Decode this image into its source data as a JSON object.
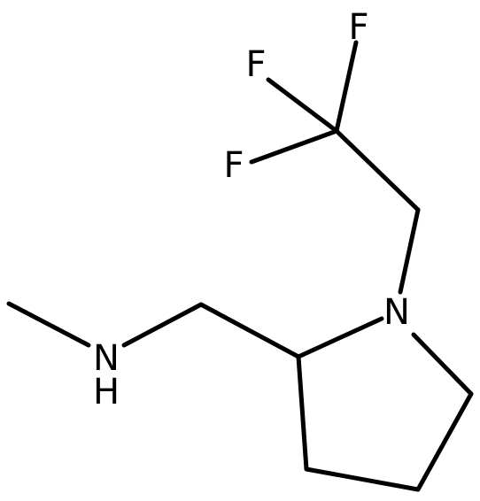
{
  "structure": {
    "atoms": {
      "F_top": "F",
      "F_left": "F",
      "F_lower": "F",
      "N_ring": "N",
      "N_amine": "N",
      "H_amine": "H"
    },
    "colors": {
      "bond": "#000000",
      "label": "#000000",
      "background": "#ffffff"
    }
  }
}
